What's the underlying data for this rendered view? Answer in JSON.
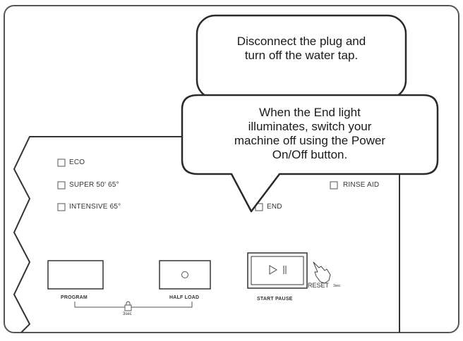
{
  "callouts": {
    "top": {
      "line1": "Disconnect the plug and",
      "line2": "turn off the water tap."
    },
    "middle": {
      "line1": "When the End light",
      "line2": "illuminates, switch your",
      "line3": "machine off using the Power",
      "line4": "On/Off button."
    }
  },
  "panel": {
    "programs": [
      "ECO",
      "SUPER 50' 65°",
      "INTENSIVE 65°"
    ],
    "indicators": {
      "rinse_aid": "RINSE AID",
      "end": "END"
    },
    "buttons": {
      "program": "PROGRAM",
      "half_load": "HALF LOAD",
      "start_pause": "START PAUSE"
    },
    "reset_label": "RESET",
    "reset_seconds": "3sec",
    "lock_seconds": "3sec"
  }
}
